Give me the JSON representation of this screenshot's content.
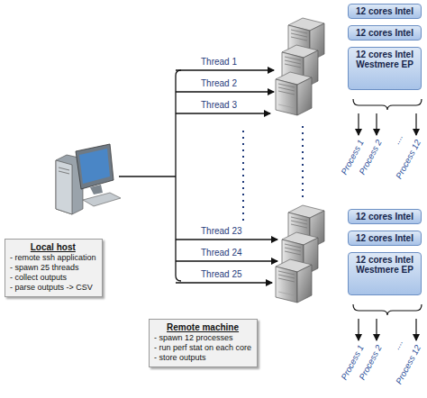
{
  "diagram": {
    "nodes": [
      {
        "text": [
          "12 cores Intel"
        ]
      },
      {
        "text": [
          "12 cores Intel"
        ]
      },
      {
        "text": [
          "12 cores Intel Westmere EP"
        ]
      },
      {
        "text": [
          "Local host",
          "- remote ssh application",
          "- spawn 25 threads",
          "- collect outputs",
          "- parse outputs -> CSV"
        ]
      },
      {
        "text": [
          "12 cores Intel"
        ]
      },
      {
        "text": [
          "12 cores Intel"
        ]
      },
      {
        "text": [
          "12 cores Intel Westmere EP"
        ]
      },
      {
        "text": [
          "Remote machine",
          "- spawn 12 processes",
          "- run perf stat on each core",
          "- store outputs"
        ]
      }
    ],
    "labels": [
      "Thread 1",
      "Thread 2",
      "Thread 3",
      "Thread 23",
      "Thread 24",
      "Thread 25",
      "Process 1",
      "Process 2",
      "....",
      "Process 12",
      "Process 1",
      "Process 2",
      "....",
      "Process 12"
    ]
  }
}
